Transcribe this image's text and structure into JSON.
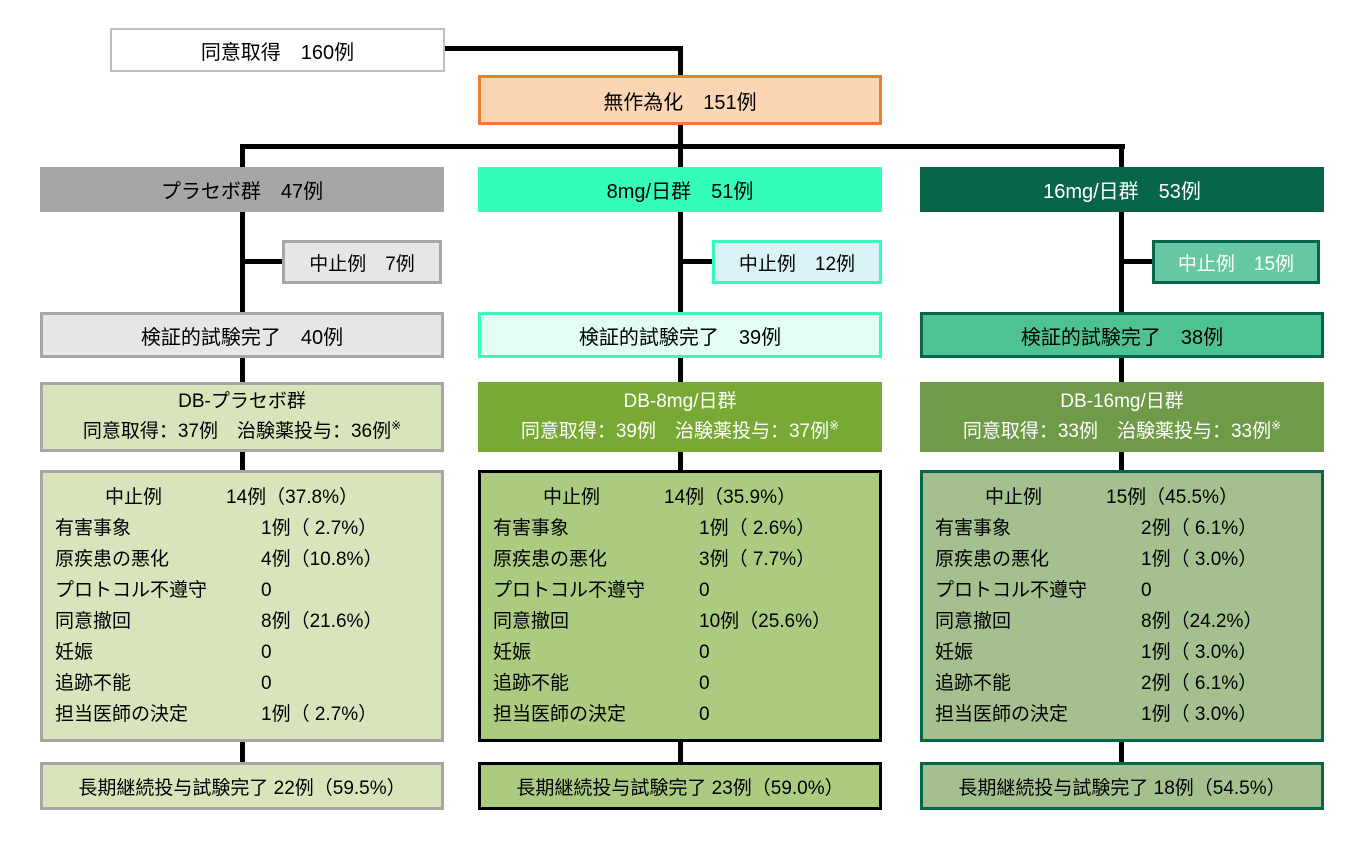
{
  "flow": {
    "consent_label": "同意取得　160例",
    "randomized_label": "無作為化　151例"
  },
  "columns": [
    {
      "name": "placebo",
      "header": "プラセボ群　47例",
      "discontinued": "中止例　7例",
      "completed": "検証的試験完了　40例",
      "db_title": "DB-プラセボ群",
      "db_line2": "同意取得：37例　治験薬投与：36例",
      "db_note": "※",
      "detail": {
        "header_label": "中止例",
        "header_value": "14例（37.8%）",
        "rows": [
          {
            "label": "有害事象",
            "value": "1例（ 2.7%）"
          },
          {
            "label": "原疾患の悪化",
            "value": "4例（10.8%）"
          },
          {
            "label": "プロトコル不遵守",
            "value": "0"
          },
          {
            "label": "同意撤回",
            "value": "8例（21.6%）"
          },
          {
            "label": "妊娠",
            "value": "0"
          },
          {
            "label": "追跡不能",
            "value": "0"
          },
          {
            "label": "担当医師の決定",
            "value": "1例（ 2.7%）"
          }
        ]
      },
      "longterm": "長期継続投与試験完了 22例（59.5%）"
    },
    {
      "name": "dose8mg",
      "header": "8mg/日群　51例",
      "discontinued": "中止例　12例",
      "completed": "検証的試験完了　39例",
      "db_title": "DB-8mg/日群",
      "db_line2": "同意取得：39例　治験薬投与：37例",
      "db_note": "※",
      "detail": {
        "header_label": "中止例",
        "header_value": "14例（35.9%）",
        "rows": [
          {
            "label": "有害事象",
            "value": "1例（ 2.6%）"
          },
          {
            "label": "原疾患の悪化",
            "value": "3例（ 7.7%）"
          },
          {
            "label": "プロトコル不遵守",
            "value": "0"
          },
          {
            "label": "同意撤回",
            "value": "10例（25.6%）"
          },
          {
            "label": "妊娠",
            "value": "0"
          },
          {
            "label": "追跡不能",
            "value": "0"
          },
          {
            "label": "担当医師の決定",
            "value": "0"
          }
        ]
      },
      "longterm": "長期継続投与試験完了 23例（59.0%）"
    },
    {
      "name": "dose16mg",
      "header": "16mg/日群　53例",
      "discontinued": "中止例　15例",
      "completed": "検証的試験完了　38例",
      "db_title": "DB-16mg/日群",
      "db_line2": "同意取得：33例　治験薬投与：33例",
      "db_note": "※",
      "detail": {
        "header_label": "中止例",
        "header_value": "15例（45.5%）",
        "rows": [
          {
            "label": "有害事象",
            "value": "2例（ 6.1%）"
          },
          {
            "label": "原疾患の悪化",
            "value": "1例（ 3.0%）"
          },
          {
            "label": "プロトコル不遵守",
            "value": "0"
          },
          {
            "label": "同意撤回",
            "value": "8例（24.2%）"
          },
          {
            "label": "妊娠",
            "value": "1例（ 3.0%）"
          },
          {
            "label": "追跡不能",
            "value": "2例（ 6.1%）"
          },
          {
            "label": "担当医師の決定",
            "value": "1例（ 3.0%）"
          }
        ]
      },
      "longterm": "長期継続投与試験完了 18例（54.5%）"
    }
  ],
  "colors": {
    "consent_border": "#BFBFBF",
    "randomized_fill": "#FCD6B4",
    "randomized_border": "#ED7D31",
    "placebo_header_fill": "#A6A6A6",
    "dose8_header_fill": "#33FDB8",
    "dose16_header_fill": "#07664A",
    "placebo_light_fill": "#E7E6E6",
    "dose8_stop_fill": "#D9F2F6",
    "dose16_stop_fill": "#66C8A2",
    "dose8_completed_fill": "#E2FDF1",
    "dose16_completed_fill": "#4EC391",
    "placebo_db_fill": "#D8E4BC",
    "dose8_db_fill": "#78A934",
    "dose16_db_fill": "#6F9B49",
    "dose8_detail_fill": "#ABCB81",
    "dose16_detail_fill": "#A4C08F",
    "connector_color": "#000000"
  }
}
